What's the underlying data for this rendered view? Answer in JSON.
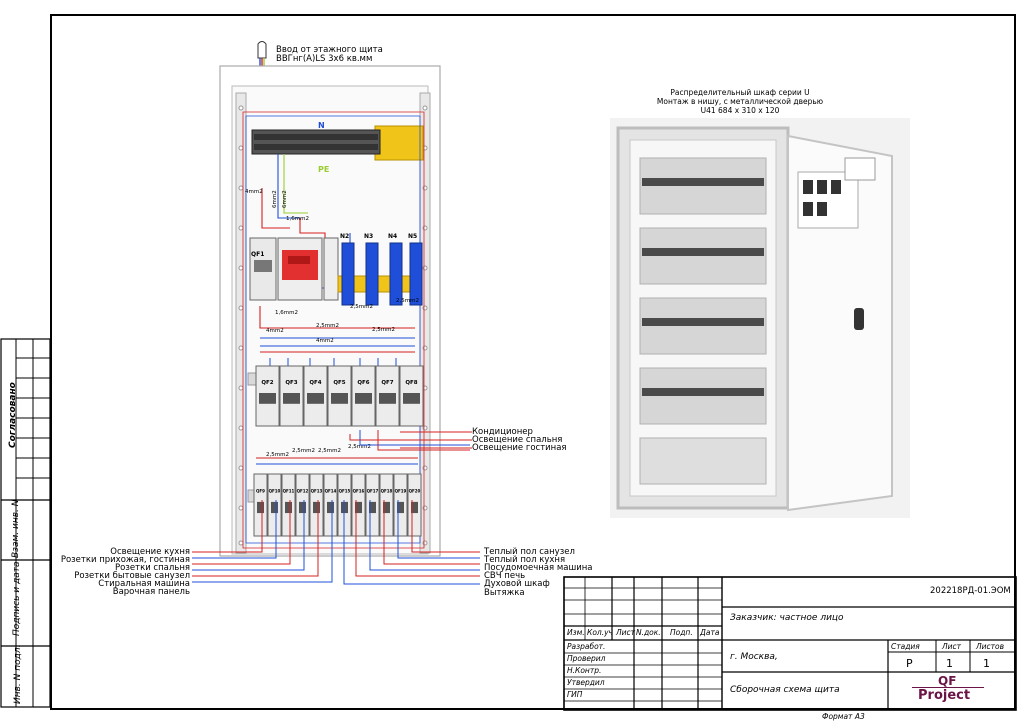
{
  "input": {
    "line1": "Ввод от этажного щита",
    "line2": "ВВГнг(А)LS 3х6 кв.мм"
  },
  "bus": {
    "n_label": "N",
    "pe_label": "PE",
    "n_groups": [
      "N2",
      "N3",
      "N4",
      "N5"
    ]
  },
  "wires": {
    "w_4mm2_top": "4mm2",
    "w_6mm2_a": "6mm2",
    "w_6mm2_b": "6mm2",
    "w_16mm2": "1,6mm2",
    "w_16mm2_b": "1,6mm2",
    "w_25_a": "2,5mm2",
    "w_25_b": "2,5mm2",
    "w_25_c": "2,5mm2",
    "w_25_d": "2,5mm2",
    "w_4mm2_mid": "4mm2",
    "w_4mm2_mid2": "4mm2",
    "w_25_row3_a": "2,5mm2",
    "w_25_row3_b": "2,5mm2",
    "w_25_row3_c": "2,5mm2",
    "w_25_row3_d": "2,5mm2"
  },
  "breakers": {
    "qf1": "QF1",
    "row2": [
      "QF2",
      "QF3",
      "QF4",
      "QF5",
      "QF6",
      "QF7",
      "QF8"
    ],
    "row3": [
      "QF9",
      "QF10",
      "QF11",
      "QF12",
      "QF13",
      "QF14",
      "QF15",
      "QF16",
      "QF17",
      "QF18",
      "QF19",
      "QF20"
    ]
  },
  "consumers": {
    "right_mid": [
      "Кондиционер",
      "Освещение спальня",
      "Освещение гостиная"
    ],
    "left_bottom": [
      "Освещение кухня",
      "Розетки прихожая, гостиная",
      "Розетки спальня",
      "Розетки бытовые санузел",
      "Стиральная машина",
      "Варочная панель"
    ],
    "right_bottom": [
      "Теплый пол санузел",
      "Теплый пол кухня",
      "Посудомоечная машина",
      "СВЧ печь",
      "Духовой шкаф",
      "Вытяжка"
    ]
  },
  "photo_caption": {
    "line1": "Распределительный шкаф серии U",
    "line2": "Монтаж в нишу, с металлической дверью",
    "line3": "U41 684 x 310 x 120"
  },
  "left_stamp": {
    "agreed": "Согласовано",
    "replaced": "Взам. инв. N",
    "signature": "Подпись и дата",
    "inv": "Инв. N подл."
  },
  "title_block": {
    "doc_code": "202218РД-01.ЭОМ",
    "customer": "Заказчик: частное лицо",
    "city": "г. Москва,",
    "sheet_title": "Сборочная схема щита",
    "headers": [
      "Изм.",
      "Кол.уч",
      "Лист",
      "N.док.",
      "Подп.",
      "Дата"
    ],
    "roles": [
      "Разработ.",
      "Проверил",
      "Н.Контр.",
      "Утвердил",
      "ГИП"
    ],
    "stage_label": "Стадия",
    "sheet_label": "Лист",
    "sheets_label": "Листов",
    "stage_value": "Р",
    "sheet_value": "1",
    "sheets_value": "1",
    "logo_line1": "QF",
    "logo_line2": "Project"
  },
  "format": "Формат А3",
  "colors": {
    "phase": "#d62020",
    "neutral": "#1f4fd8",
    "pe": "#9acd32",
    "logo": "#6b1447",
    "cabinet": "#c8c8c8"
  }
}
